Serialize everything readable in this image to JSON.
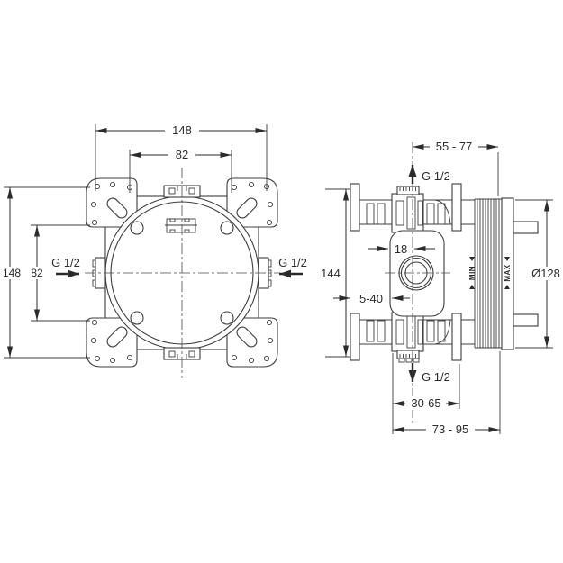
{
  "colors": {
    "line": "#3d3d3d",
    "text": "#2b2b2b",
    "background": "#ffffff"
  },
  "front_view": {
    "dim_width_outer": "148",
    "dim_width_inner": "82",
    "dim_height_outer": "148",
    "dim_height_inner": "82",
    "port_left": "G 1/2",
    "port_right": "G 1/2"
  },
  "side_view": {
    "dim_depth_range": "55 - 77",
    "port_top": "G 1/2",
    "dim_height": "144",
    "dim_center_to_face": "18",
    "dim_wall_min": "5-40",
    "label_min": "MIN",
    "label_max": "MAX",
    "dim_diameter": "Ø128",
    "port_bottom": "G 1/2",
    "dim_depth_min": "30-65",
    "dim_depth_total": "73 - 95"
  }
}
